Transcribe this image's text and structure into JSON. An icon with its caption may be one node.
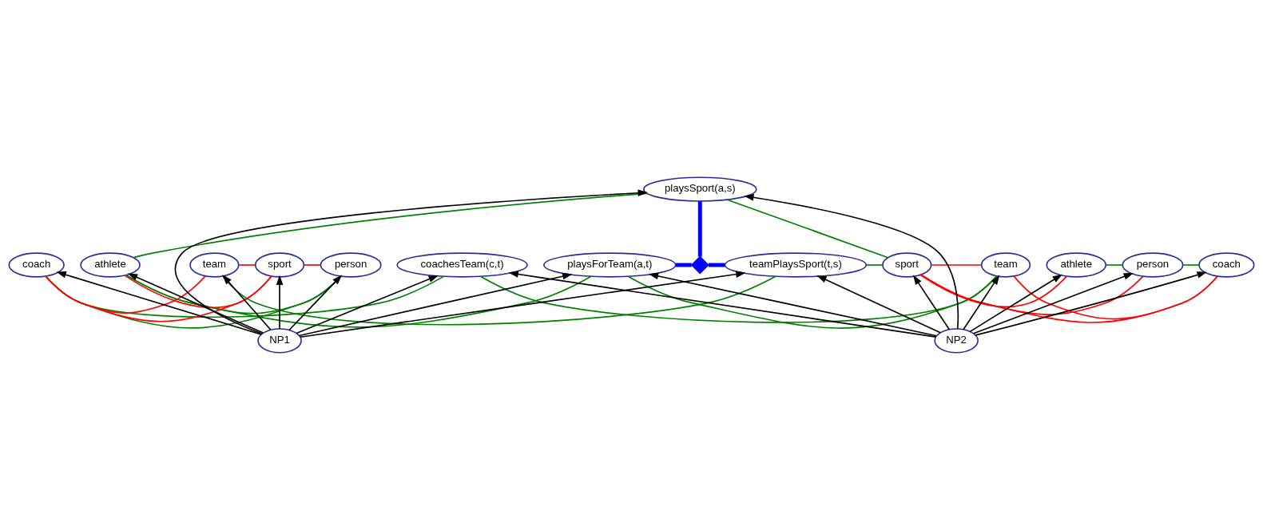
{
  "diagram": {
    "nodes": [
      {
        "text": [
          "playsSport(a,s)"
        ]
      },
      {
        "text": [
          "playsForTeam(a,t)"
        ]
      },
      {
        "text": [],
        "shape": "diamond"
      },
      {
        "text": [
          "teamPlaysSport(t,s)"
        ]
      },
      {
        "text": [
          "coachesTeam(c,t)"
        ]
      },
      {
        "text": [
          "athlete"
        ]
      },
      {
        "text": [
          "person"
        ]
      },
      {
        "text": [
          "sport"
        ]
      },
      {
        "text": [
          "coach"
        ]
      },
      {
        "text": [
          "team"
        ]
      },
      {
        "text": [
          "athlete"
        ]
      },
      {
        "text": [
          "person"
        ]
      },
      {
        "text": [
          "sport"
        ]
      },
      {
        "text": [
          "coach"
        ]
      },
      {
        "text": [
          "team"
        ]
      },
      {
        "text": [
          "NP1"
        ]
      },
      {
        "text": [
          "NP2"
        ]
      }
    ],
    "edges": [
      {
        "from": 1,
        "to": 2,
        "arrow": "none",
        "style": "thick",
        "color": "#0000ff"
      },
      {
        "from": 2,
        "to": 3,
        "arrow": "none",
        "style": "thick",
        "color": "#0000ff"
      },
      {
        "from": 2,
        "to": 0,
        "arrow": "none",
        "style": "thick",
        "color": "#0000ff"
      },
      {
        "from": 0,
        "to": 5,
        "arrow": "none",
        "color": "#008000"
      },
      {
        "from": 0,
        "to": 12,
        "arrow": "none",
        "color": "#008000"
      },
      {
        "from": 1,
        "to": 5,
        "arrow": "none",
        "color": "#008000"
      },
      {
        "from": 1,
        "to": 14,
        "arrow": "none",
        "color": "#008000"
      },
      {
        "from": 3,
        "to": 9,
        "arrow": "none",
        "color": "#008000"
      },
      {
        "from": 3,
        "to": 12,
        "arrow": "none",
        "color": "#008000"
      },
      {
        "from": 4,
        "to": 8,
        "arrow": "none",
        "color": "#008000"
      },
      {
        "from": 4,
        "to": 14,
        "arrow": "none",
        "color": "#008000"
      },
      {
        "from": 5,
        "to": 6,
        "arrow": "none",
        "color": "#008000"
      },
      {
        "from": 6,
        "to": 8,
        "arrow": "none",
        "color": "#008000"
      },
      {
        "from": 10,
        "to": 11,
        "arrow": "none",
        "color": "#008000"
      },
      {
        "from": 11,
        "to": 13,
        "arrow": "none",
        "color": "#008000"
      },
      {
        "from": 6,
        "to": 7,
        "arrow": "none",
        "color": "#ff0000"
      },
      {
        "from": 5,
        "to": 7,
        "arrow": "none",
        "color": "#ff0000"
      },
      {
        "from": 8,
        "to": 7,
        "arrow": "none",
        "color": "#ff0000"
      },
      {
        "from": 7,
        "to": 9,
        "arrow": "none",
        "color": "#ff0000"
      },
      {
        "from": 8,
        "to": 9,
        "arrow": "none",
        "color": "#ff0000"
      },
      {
        "from": 11,
        "to": 12,
        "arrow": "none",
        "color": "#ff0000"
      },
      {
        "from": 10,
        "to": 12,
        "arrow": "none",
        "color": "#ff0000"
      },
      {
        "from": 13,
        "to": 12,
        "arrow": "none",
        "color": "#ff0000"
      },
      {
        "from": 12,
        "to": 14,
        "arrow": "none",
        "color": "#ff0000"
      },
      {
        "from": 13,
        "to": 14,
        "arrow": "none",
        "color": "#ff0000"
      },
      {
        "from": 15,
        "to": 5,
        "arrow": "to"
      },
      {
        "from": 15,
        "to": 6,
        "arrow": "to"
      },
      {
        "from": 15,
        "to": 8,
        "arrow": "to"
      },
      {
        "from": 15,
        "to": 1,
        "arrow": "to"
      },
      {
        "from": 15,
        "to": 0,
        "arrow": "to"
      },
      {
        "from": 15,
        "to": 7,
        "arrow": "to"
      },
      {
        "from": 15,
        "to": 3,
        "arrow": "to"
      },
      {
        "from": 15,
        "to": 9,
        "arrow": "to"
      },
      {
        "from": 15,
        "to": 4,
        "arrow": "to"
      },
      {
        "from": 16,
        "to": 1,
        "arrow": "to"
      },
      {
        "from": 16,
        "to": 0,
        "arrow": "to"
      },
      {
        "from": 16,
        "to": 3,
        "arrow": "to"
      },
      {
        "from": 16,
        "to": 10,
        "arrow": "to"
      },
      {
        "from": 16,
        "to": 11,
        "arrow": "to"
      },
      {
        "from": 16,
        "to": 4,
        "arrow": "to"
      },
      {
        "from": 16,
        "to": 13,
        "arrow": "to"
      },
      {
        "from": 16,
        "to": 12,
        "arrow": "to"
      },
      {
        "from": 16,
        "to": 14,
        "arrow": "to"
      }
    ]
  }
}
